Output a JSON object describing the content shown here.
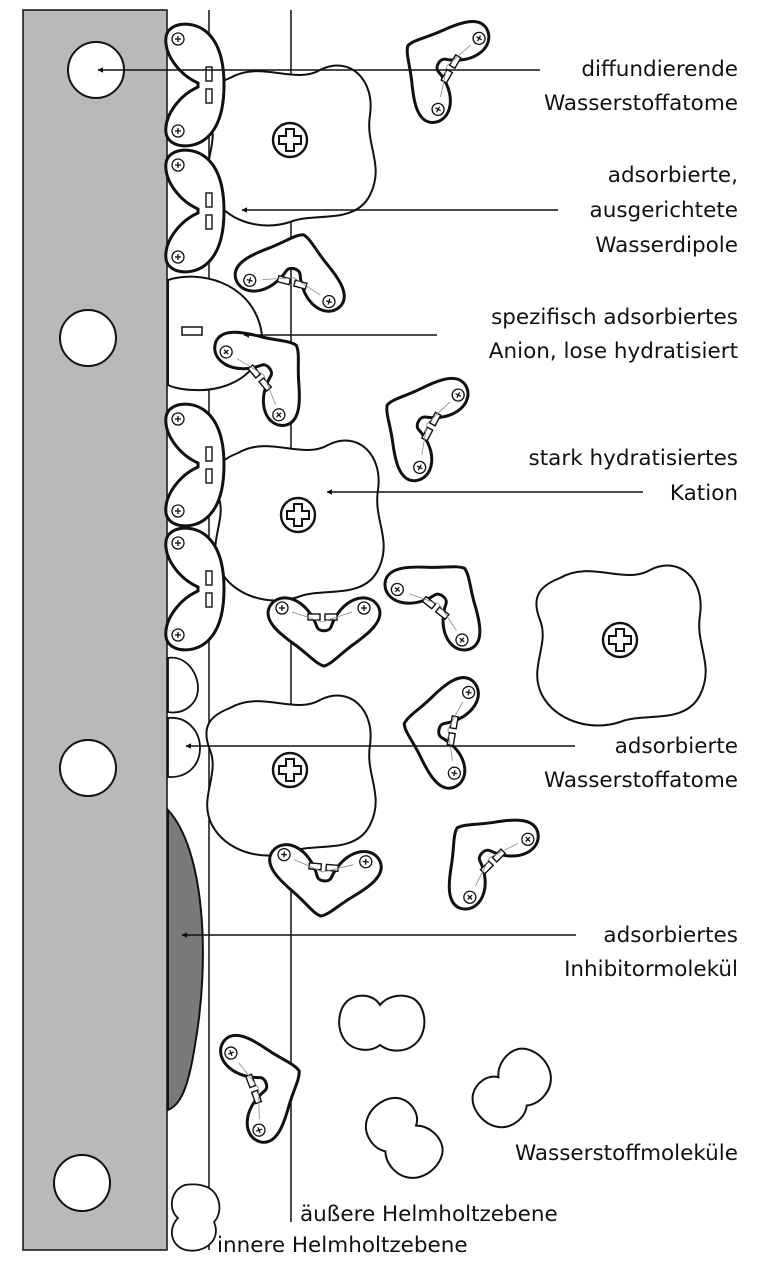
{
  "labels": {
    "diffusing_h_line1": "diffundierende",
    "diffusing_h_line2": "Wasserstoffatome",
    "dipoles_line1": "adsorbierte,",
    "dipoles_line2": "ausgerichtete",
    "dipoles_line3": "Wasserdipole",
    "anion_line1": "spezifisch adsorbiertes",
    "anion_line2": "Anion, lose hydratisiert",
    "cation_line1": "stark hydratisiertes",
    "cation_line2": "Kation",
    "adsorbed_h_line1": "adsorbierte",
    "adsorbed_h_line2": "Wasserstoffatome",
    "inhibitor_line1": "adsorbiertes",
    "inhibitor_line2": "Inhibitormolekül",
    "h2_molecules": "Wasserstoffmoleküle",
    "outer_plane": "äußere Helmholtzebene",
    "inner_plane": "innere Helmholtzebene"
  },
  "colors": {
    "metal": "#b9b9b9",
    "inhibitor": "#7a7a7a",
    "stroke": "#111111",
    "background": "#ffffff"
  }
}
